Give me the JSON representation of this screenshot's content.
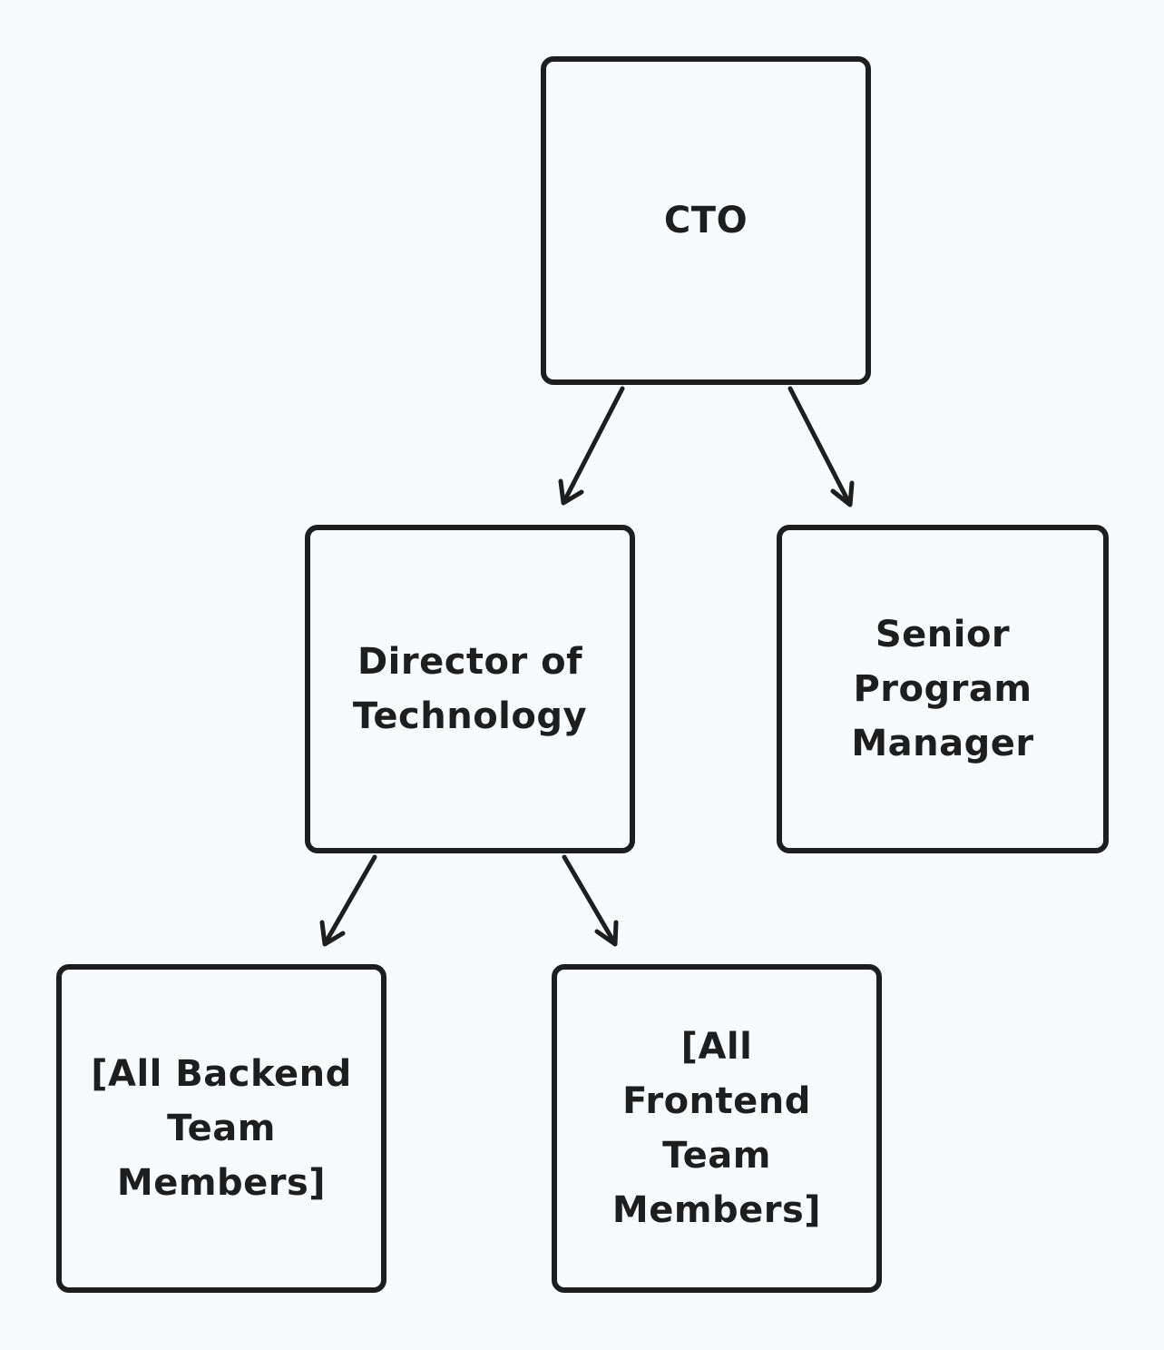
{
  "diagram": {
    "nodes": {
      "cto": {
        "label": "CTO"
      },
      "director": {
        "label": "Director of\nTechnology"
      },
      "senior_pm": {
        "label": "Senior\nProgram\nManager"
      },
      "backend": {
        "label": "[All Backend\nTeam\nMembers]"
      },
      "frontend": {
        "label": "[All\nFrontend\nTeam\nMembers]"
      }
    },
    "edges": [
      {
        "from": "CTO",
        "to": "Director of Technology"
      },
      {
        "from": "CTO",
        "to": "Senior Program Manager"
      },
      {
        "from": "Director of Technology",
        "to": "[All Backend Team Members]"
      },
      {
        "from": "Director of Technology",
        "to": "[All Frontend Team Members]"
      }
    ],
    "colors": {
      "background": "#f8f9fa",
      "stroke": "#1e1e1e"
    }
  }
}
